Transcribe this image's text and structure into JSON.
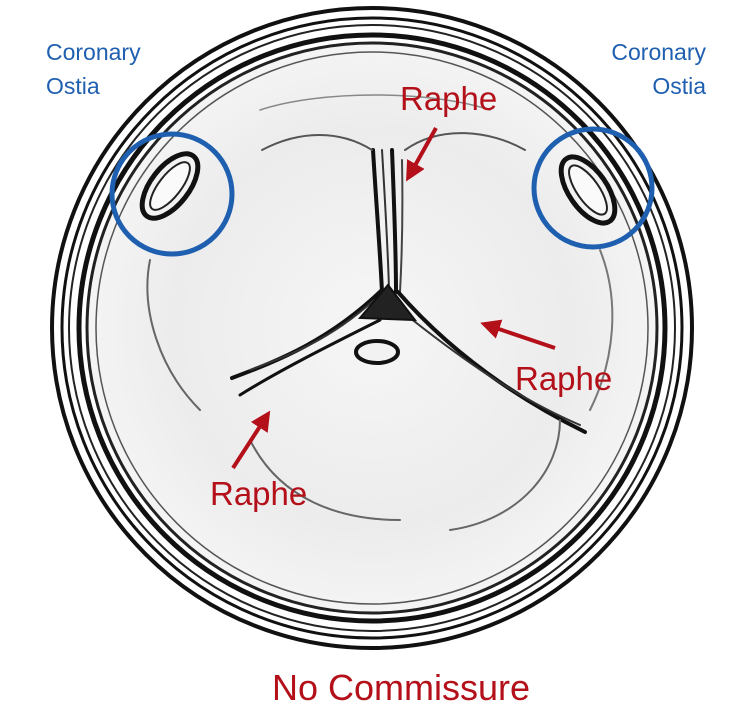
{
  "colors": {
    "annotation_blue": "#1f5fb0",
    "annotation_red": "#b3101a",
    "outline": "#111111",
    "valve_fill": "#efefef"
  },
  "labels": {
    "coronary_left_line1": "Coronary",
    "coronary_left_line2": "Ostia",
    "coronary_right_line1": "Coronary",
    "coronary_right_line2": "Ostia",
    "raphe_top": "Raphe",
    "raphe_right": "Raphe",
    "raphe_bottom": "Raphe"
  },
  "caption": "No Commissure"
}
